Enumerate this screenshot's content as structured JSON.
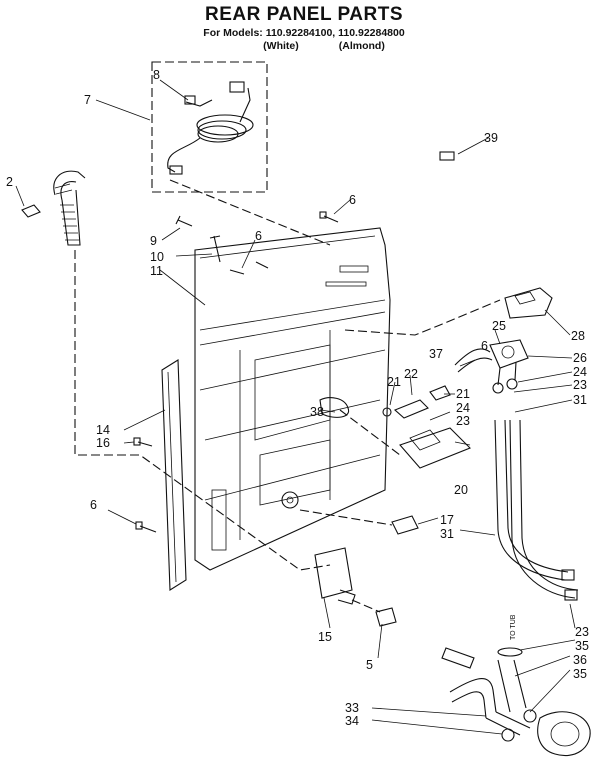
{
  "header": {
    "title": "REAR PANEL PARTS",
    "models": "For Models: 110.92284100, 110.92284800",
    "color_white": "(White)",
    "color_almond": "(Almond)"
  },
  "callouts": {
    "c2": "2",
    "c6a": "6",
    "c6b": "6",
    "c6c": "6",
    "c7": "7",
    "c8": "8",
    "c9": "9",
    "c10": "10",
    "c11": "11",
    "c14": "14",
    "c15": "15",
    "c16": "16",
    "c17": "17",
    "c20": "20",
    "c21a": "21",
    "c21b": "21",
    "c22": "22",
    "c23a": "23",
    "c23b": "23",
    "c23c": "23",
    "c24a": "24",
    "c24b": "24",
    "c25": "25",
    "c26": "26",
    "c28": "28",
    "c31a": "31",
    "c31b": "31",
    "c33": "33",
    "c34": "34",
    "c35a": "35",
    "c35b": "35",
    "c36": "36",
    "c37": "37",
    "c38": "38",
    "c39": "39",
    "c5": "5",
    "c6d": "6"
  },
  "labels": {
    "to_tub": "TO TUB"
  }
}
